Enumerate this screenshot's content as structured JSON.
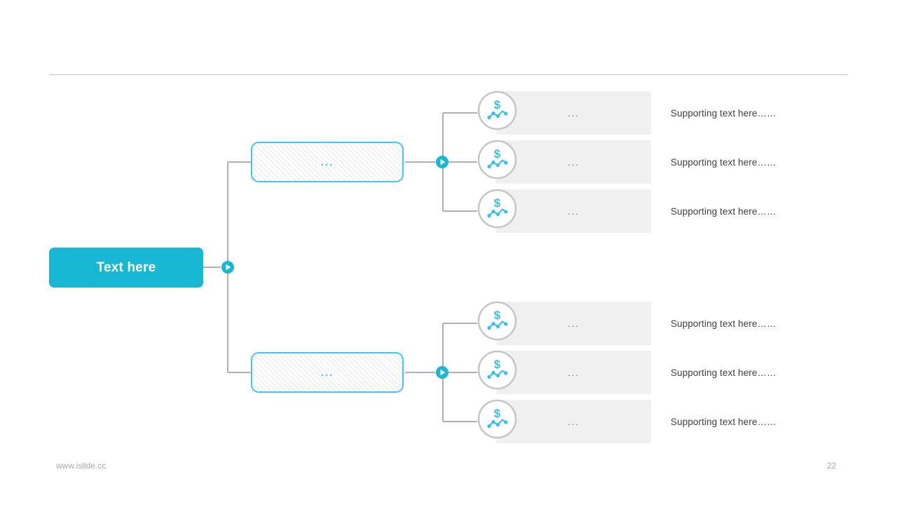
{
  "slide": {
    "page_number": "22",
    "footer_url": "www.islide.cc",
    "colors": {
      "accent": "#18B7D4",
      "accent_light": "#41C7F5",
      "bar_gray": "#F0F0F0",
      "line_gray": "#AFAFAF",
      "rule_gray": "#BFBFBF",
      "icon_cyan": "#35C0EF",
      "circle_stroke": "#C6C6C6"
    }
  },
  "diagram": {
    "root": {
      "label": "Text here"
    },
    "branches": [
      {
        "label": "...",
        "leaves": [
          {
            "bar_label": "...",
            "text": "Supporting text here……",
            "icon": "money-chart-icon"
          },
          {
            "bar_label": "...",
            "text": "Supporting text here……",
            "icon": "money-chart-icon"
          },
          {
            "bar_label": "...",
            "text": "Supporting text here……",
            "icon": "money-chart-icon"
          }
        ]
      },
      {
        "label": "...",
        "leaves": [
          {
            "bar_label": "...",
            "text": "Supporting text here……",
            "icon": "money-chart-icon"
          },
          {
            "bar_label": "...",
            "text": "Supporting text here……",
            "icon": "money-chart-icon"
          },
          {
            "bar_label": "...",
            "text": "Supporting text here……",
            "icon": "money-chart-icon"
          }
        ]
      }
    ]
  }
}
